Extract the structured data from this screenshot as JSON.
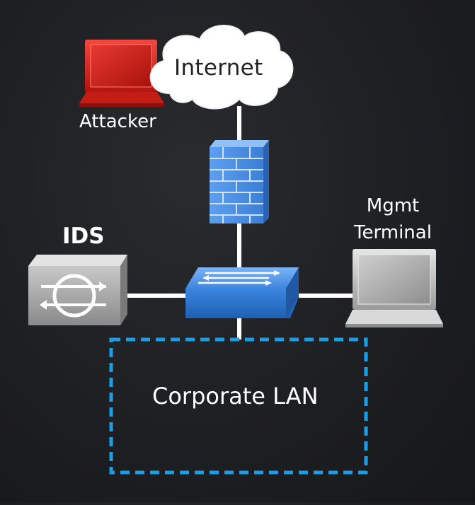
{
  "diagram": {
    "nodes": {
      "internet": {
        "label": "Internet",
        "icon": "cloud-icon"
      },
      "attacker": {
        "label": "Attacker",
        "icon": "laptop-icon",
        "color": "#d9231c"
      },
      "firewall": {
        "icon": "firewall-icon",
        "color": "#4d8ee0"
      },
      "switch": {
        "icon": "switch-icon",
        "color": "#3a86df"
      },
      "ids": {
        "label": "IDS",
        "icon": "ids-appliance-icon"
      },
      "mgmt": {
        "label_line1": "Mgmt",
        "label_line2": "Terminal",
        "icon": "laptop-icon"
      },
      "lan": {
        "label": "Corporate LAN",
        "border_color": "#1b9ee6"
      }
    },
    "edges": [
      {
        "from": "internet",
        "to": "firewall"
      },
      {
        "from": "firewall",
        "to": "switch"
      },
      {
        "from": "ids",
        "to": "switch"
      },
      {
        "from": "switch",
        "to": "mgmt"
      },
      {
        "from": "switch",
        "to": "lan"
      }
    ]
  }
}
